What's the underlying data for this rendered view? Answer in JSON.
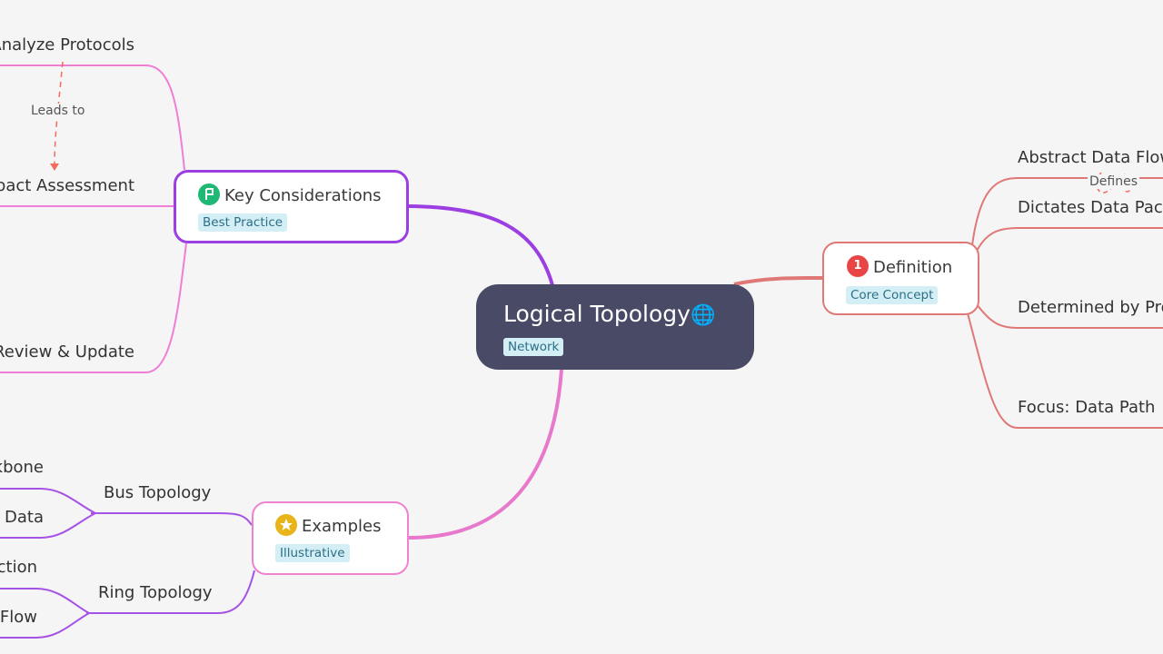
{
  "central": {
    "title": "Logical Topology",
    "emoji": "🌐",
    "tag": "Network"
  },
  "branches": {
    "definition": {
      "title": "Definition",
      "tag": "Core Concept",
      "badge": "1",
      "children": [
        "Abstract Data Flow",
        "Dictates Data Pac",
        "Determined by Pro",
        "Focus: Data Path"
      ]
    },
    "key_considerations": {
      "title": "Key Considerations",
      "tag": "Best Practice",
      "children": [
        "Analyze Protocols",
        "pact Assessment",
        "Review & Update"
      ]
    },
    "examples": {
      "title": "Examples",
      "tag": "Illustrative",
      "children": [
        "Bus Topology",
        "Ring Topology"
      ],
      "grandchildren": [
        "kbone",
        "Data",
        "ction",
        "Flow"
      ]
    }
  },
  "relations": {
    "leads_to": "Leads to",
    "defines": "Defines"
  },
  "colors": {
    "central": "#494a65",
    "definition": "#e07878",
    "key_considerations": "#9b3fe3",
    "examples": "#e878cc",
    "examples_sub": "#a552e6",
    "key_sub": "#ef7fd6"
  }
}
